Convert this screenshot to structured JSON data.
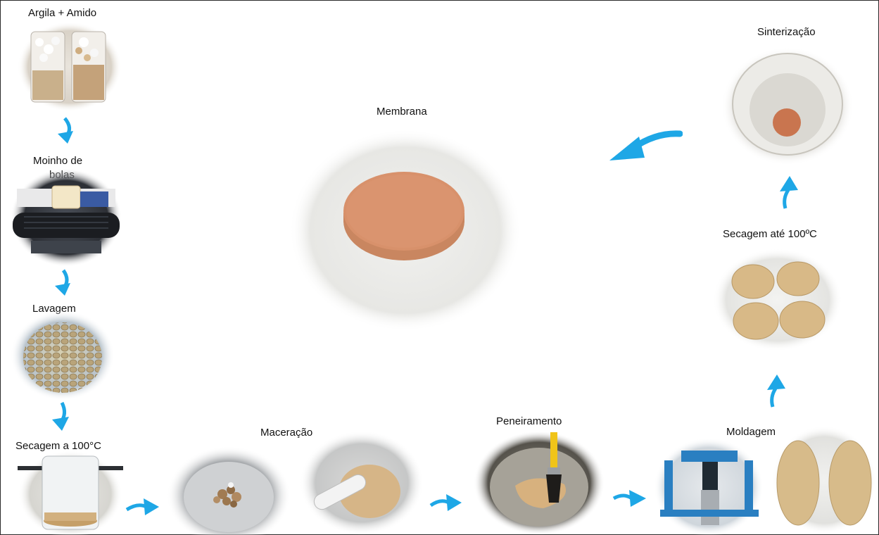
{
  "steps": {
    "argila_amido": "Argila + Amido",
    "moinho_line1": "Moinho de",
    "moinho_line2": "bolas",
    "lavagem": "Lavagem",
    "secagem_100": "Secagem a 100°C",
    "maceracao": "Maceração",
    "peneiramento": "Peneiramento",
    "moldagem": "Moldagem",
    "secagem_ate_100": "Secagem  até 100ºC",
    "sinterizacao": "Sinterização",
    "membrana": "Membrana"
  },
  "colors": {
    "arrow": "#1ea7e6",
    "clay_orange": "#d8906b",
    "clay_beige": "#d9b98a"
  }
}
